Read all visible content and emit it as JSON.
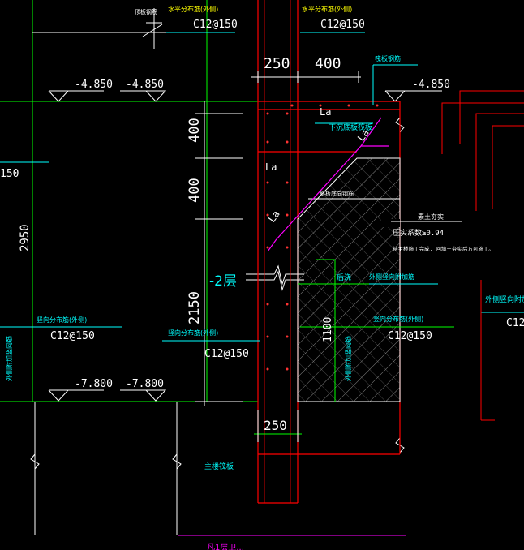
{
  "colors": {
    "background": "#000000",
    "wall": "#ff0000",
    "rebar": "#00ff00",
    "annotation": "#00ffff",
    "dimension": "#ffffff",
    "accent": "#ff00ff",
    "level": "#ffff00"
  },
  "levels": {
    "upper_left": "-4.850",
    "upper_mid": "-4.850",
    "upper_right": "-4.850",
    "lower_left": "-7.800",
    "lower_mid": "-7.800"
  },
  "dimensions": {
    "top_wall": "250",
    "top_offset": "400",
    "vertical_400_a": "400",
    "vertical_400_b": "400",
    "vertical_2150": "2150",
    "vertical_2950": "2950",
    "vertical_1100": "1100",
    "bottom_wall": "250",
    "left_150": "150"
  },
  "rebar_labels": {
    "top_mid": "C12@150",
    "top_right": "C12@150",
    "left_vertical": "C12@150",
    "mid_vertical": "C12@150",
    "right_vertical": "C12@150",
    "far_right_partial": "C12"
  },
  "anchor_labels": {
    "la_top": "La",
    "la_mid": "La",
    "la_diag": "La",
    "la_slope": "La"
  },
  "notes": {
    "floor_label": "-2层",
    "horizontal_dist_outer_1": "水平分布筋(外侧)",
    "horizontal_dist_outer_2": "水平分布筋(外侧)",
    "vertical_dist_outer_left": "竖向分布筋(外侧)",
    "vertical_dist_outer_mid": "竖向分布筋(外侧)",
    "vertical_dist_outer_right": "竖向分布筋(外侧)",
    "top_small": "顶板钢筋",
    "right_top_tag": "筏板钢筋",
    "lower_slab": "下沉底板筏板",
    "diag_rebar": "斜板底向钢筋",
    "outer_vertical_add_right": "外侧竖向附加筋",
    "outer_vertical_add_far": "外侧竖向附加筋",
    "left_outer_vertical": "外侧附加竖向筋",
    "inner_vertical": "外侧附加竖向筋",
    "main_slab": "主楼筏板",
    "backfill_title": "素土夯实",
    "backfill_ratio": "压实系数≥0.94",
    "backfill_note": "待主楼施工完成, 回填土夯实后方可施工。",
    "post_pour": "后浇",
    "bottom_partial": "凡1层卫..."
  }
}
